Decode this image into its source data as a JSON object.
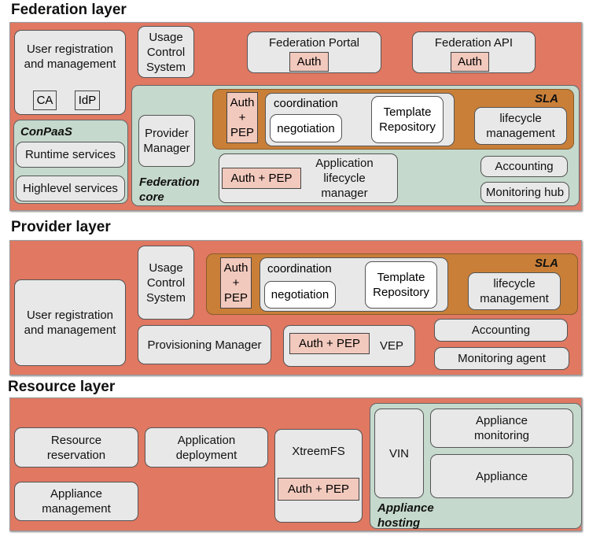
{
  "federation": {
    "title": "Federation layer",
    "user_reg": "User registration and management",
    "ca": "CA",
    "idp": "IdP",
    "usage": "Usage Control System",
    "portal": "Federation Portal",
    "portal_auth": "Auth",
    "api": "Federation API",
    "api_auth": "Auth",
    "conpaas": "ConPaaS",
    "runtime": "Runtime services",
    "highlevel": "Highlevel services",
    "core": "Federation core",
    "provider_manager": "Provider Manager",
    "sla": "SLA",
    "sla_auth": "Auth + PEP",
    "coordination": "coordination",
    "negotiation": "negotiation",
    "template": "Template Repository",
    "lifecycle": "lifecycle management",
    "app_lifecycle": "Application lifecycle manager",
    "app_auth": "Auth + PEP",
    "accounting": "Accounting",
    "monitoring": "Monitoring hub"
  },
  "provider": {
    "title": "Provider layer",
    "user_reg": "User registration and management",
    "usage": "Usage Control System",
    "sla": "SLA",
    "sla_auth": "Auth + PEP",
    "coordination": "coordination",
    "negotiation": "negotiation",
    "template": "Template Repository",
    "lifecycle": "lifecycle management",
    "provisioning": "Provisioning Manager",
    "vep": "VEP",
    "vep_auth": "Auth + PEP",
    "accounting": "Accounting",
    "monitoring": "Monitoring agent"
  },
  "resource": {
    "title": "Resource layer",
    "reservation": "Resource reservation",
    "deployment": "Application deployment",
    "appliance_mgmt": "Appliance management",
    "xtreemfs": "XtreemFS",
    "xtreemfs_auth": "Auth + PEP",
    "hosting": "Appliance hosting",
    "vin": "VIN",
    "appliance_monitoring": "Appliance monitoring",
    "appliance": "Appliance"
  },
  "colors": {
    "layer": "#e07862",
    "core": "#c5d9cc",
    "sla": "#c97f38",
    "component": "#e8e8e8",
    "auth": "#f2c9bd"
  }
}
